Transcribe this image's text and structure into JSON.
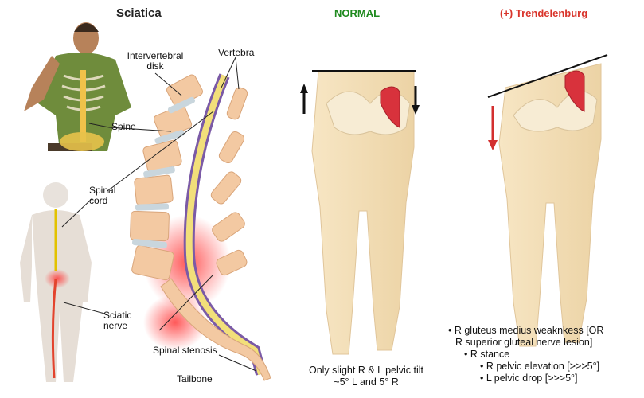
{
  "left_panel": {
    "title": "Sciatica",
    "labels": {
      "intervertebral_disk": "Intervertebral disk",
      "vertebra": "Vertebra",
      "spine": "Spine",
      "spinal_cord": "Spinal cord",
      "sciatic_nerve": "Sciatic nerve",
      "spinal_stenosis": "Spinal stenosis",
      "tailbone": "Tailbone"
    }
  },
  "normal_panel": {
    "header": "NORMAL",
    "header_color": "#1f8a1f",
    "caption_line1": "Only slight R & L pelvic tilt",
    "caption_line2": "~5° L and 5° R"
  },
  "trendelenburg_panel": {
    "header": "(+) Trendelenburg",
    "header_color": "#d9342b",
    "bullets": [
      {
        "level": 1,
        "text": "• R gluteus medius weaknkess [OR"
      },
      {
        "level": 1,
        "text": "  R superior gluteal nerve lesion]"
      },
      {
        "level": 2,
        "text": "• R stance"
      },
      {
        "level": 3,
        "text": "• R pelvic elevation [>>>5°]"
      },
      {
        "level": 3,
        "text": "• L pelvic drop [>>>5°]"
      }
    ]
  },
  "colors": {
    "skin": "#f3dfb8",
    "muscle": "#d8323c",
    "bone": "#f6e9d0",
    "nerve": "#e8d34a",
    "inflammation": "#ff6b6b"
  }
}
